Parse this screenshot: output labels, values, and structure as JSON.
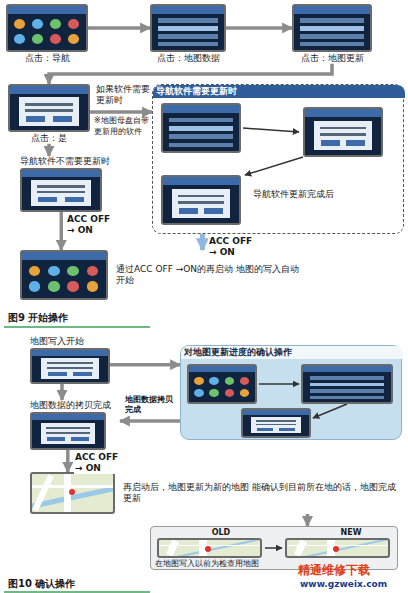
{
  "diagram": {
    "nodes": [
      {
        "text": [
          "点击：导航"
        ]
      },
      {
        "text": [
          "点击：地图数据"
        ]
      },
      {
        "text": [
          "点击：地图更新"
        ]
      },
      {
        "text": [
          "点击：是"
        ]
      },
      {
        "text": [
          "导航软件需要更新时",
          "导航软件更新完成后"
        ]
      },
      {
        "text": [
          "导航软件不需要更新时"
        ]
      },
      {
        "text": [
          "通过ACC OFF →ON的再启动 地图的写入自动开始"
        ]
      },
      {
        "text": [
          "地图写入开始"
        ]
      },
      {
        "text": [
          "对地图更新进度的确认操作"
        ]
      },
      {
        "text": [
          "地图数据的拷贝完成"
        ]
      },
      {
        "text": [
          "再启动后，地图更新为新的地图 能确认到目前所在地的话，地图完成更新"
        ]
      },
      {
        "text": [
          "OLD",
          "NEW",
          "在地图写入以前为检查用地图"
        ]
      }
    ],
    "edges": [
      {
        "from": 0,
        "to": 1,
        "arrow": "to"
      },
      {
        "from": 1,
        "to": 2,
        "arrow": "to"
      },
      {
        "from": 2,
        "to": 3,
        "arrow": "to"
      },
      {
        "from": 3,
        "to": 4,
        "arrow": "to"
      },
      {
        "from": 3,
        "to": 5,
        "arrow": "to"
      },
      {
        "from": 5,
        "to": 6,
        "label": "ACC OFF → ON",
        "arrow": "to"
      },
      {
        "from": 4,
        "to": 6,
        "label": "ACC OFF → ON",
        "arrow": "to"
      },
      {
        "from": 7,
        "to": 8,
        "arrow": "to"
      },
      {
        "from": 7,
        "to": 9,
        "arrow": "to"
      },
      {
        "from": 8,
        "to": 9,
        "label": "地图数据拷贝完成",
        "arrow": "to"
      },
      {
        "from": 9,
        "to": 10,
        "label": "ACC OFF → ON",
        "arrow": "to"
      },
      {
        "from": 10,
        "to": 11,
        "arrow": "to"
      }
    ],
    "labels": [
      "如果软件需要更新时",
      "※地图母盘自带",
      "更新用的软件",
      "图9 开始操作",
      "图10 确认操作",
      "精通维修下载",
      "www.gzweix.com"
    ]
  }
}
